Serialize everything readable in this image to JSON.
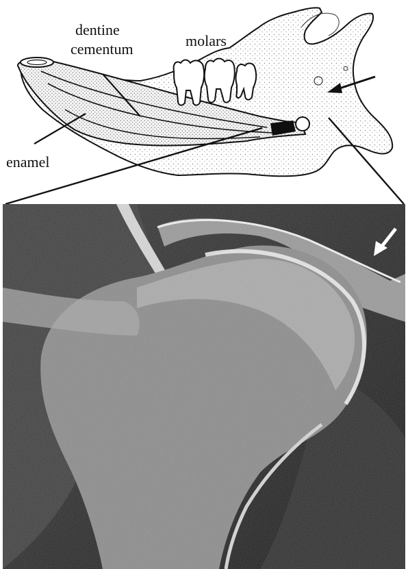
{
  "diagram": {
    "labels": {
      "dentine": "dentine",
      "cementum": "cementum",
      "molars": "molars",
      "enamel": "enamel"
    },
    "icons": {
      "pointer_arrow": "arrow-left-icon",
      "sem_arrow": "arrow-down-left-icon"
    }
  },
  "colors": {
    "ink": "#111111",
    "paper": "#ffffff",
    "stipple": "#7a7a7a",
    "sem_dark": "#1c1c1c",
    "sem_mid": "#7d7d7d",
    "sem_light": "#e9e9e9"
  }
}
